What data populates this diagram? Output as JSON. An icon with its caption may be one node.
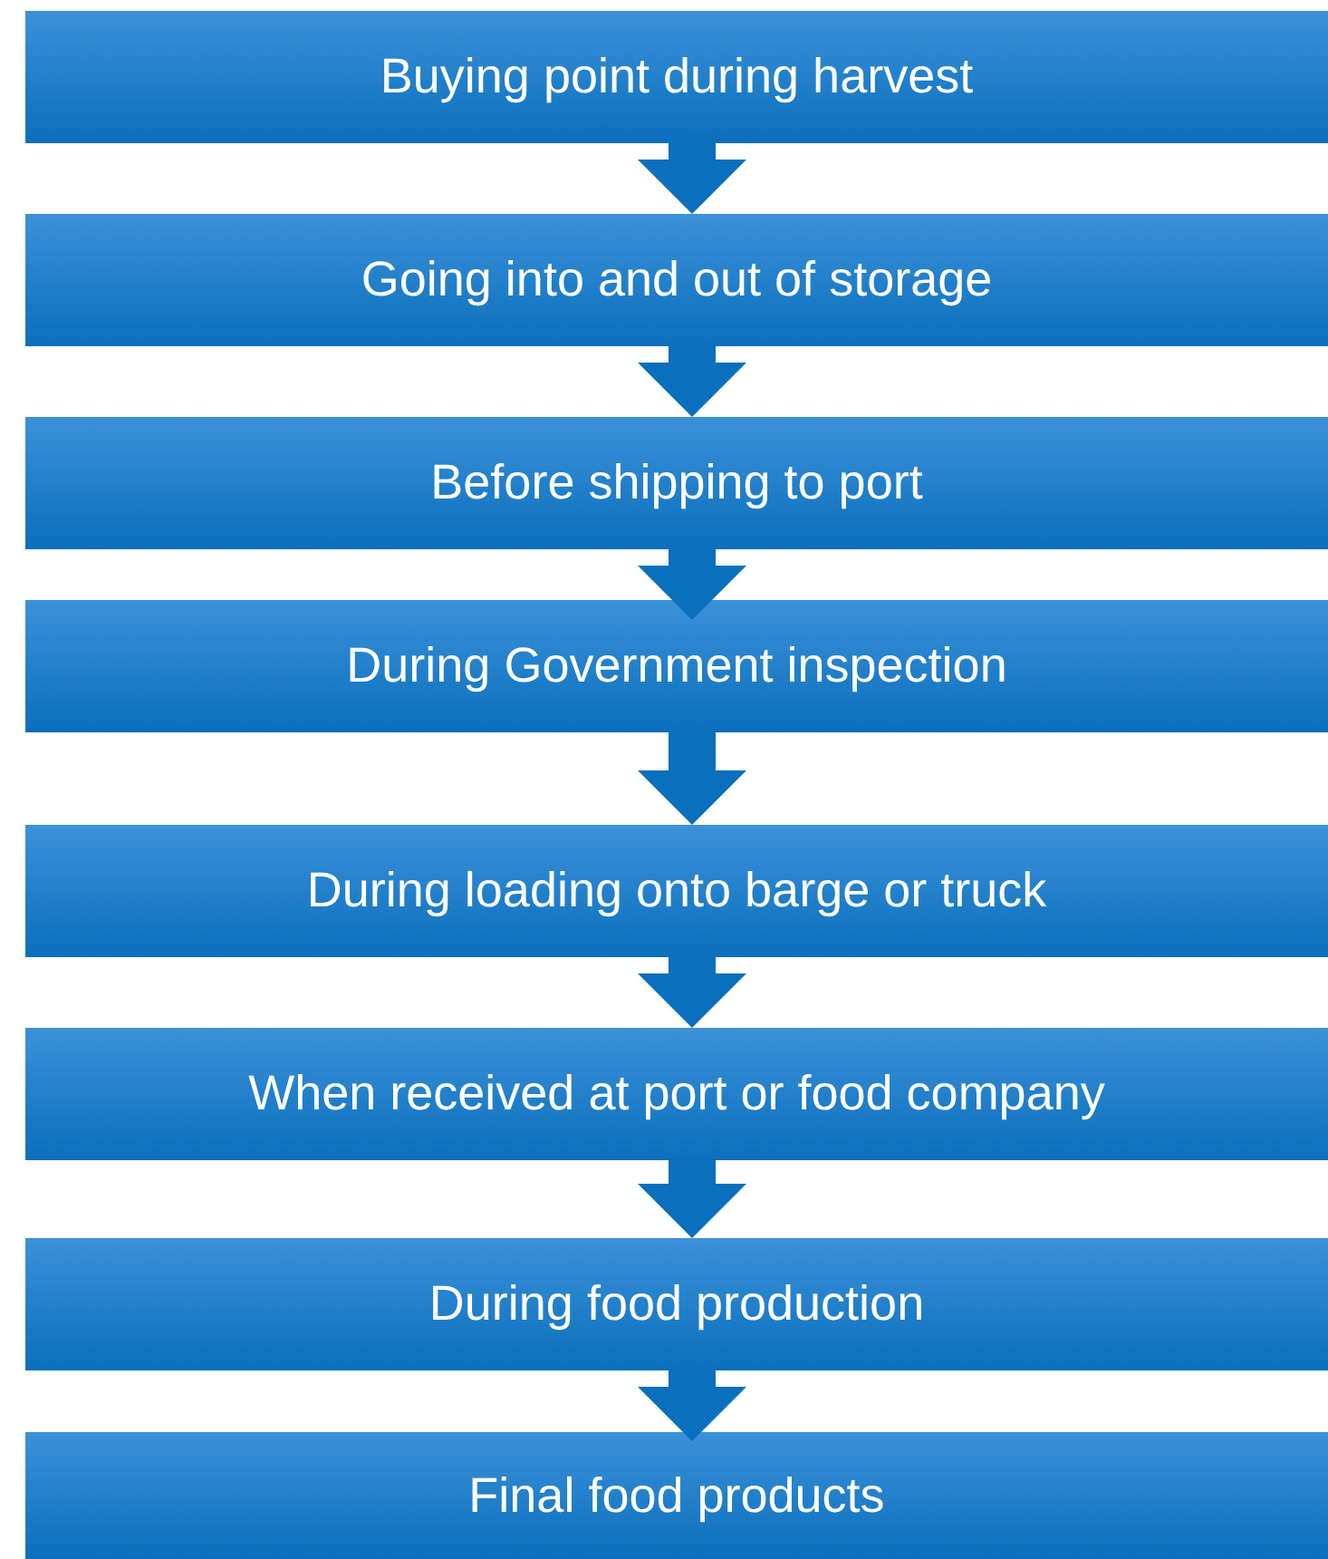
{
  "diagram": {
    "nodes": [
      {
        "text": [
          "Buying point during harvest"
        ]
      },
      {
        "text": [
          "Going into and out of storage"
        ]
      },
      {
        "text": [
          "Before shipping to port"
        ]
      },
      {
        "text": [
          "During Government inspection"
        ]
      },
      {
        "text": [
          "During loading onto barge or truck"
        ]
      },
      {
        "text": [
          "When received at port or food company"
        ]
      },
      {
        "text": [
          "During food production"
        ]
      },
      {
        "text": [
          "Final food products"
        ]
      }
    ],
    "edges": [
      {
        "from": 0,
        "to": 1,
        "arrow": "to"
      },
      {
        "from": 1,
        "to": 2,
        "arrow": "to"
      },
      {
        "from": 2,
        "to": 3,
        "arrow": "to"
      },
      {
        "from": 3,
        "to": 4,
        "arrow": "to"
      },
      {
        "from": 4,
        "to": 5,
        "arrow": "to"
      },
      {
        "from": 5,
        "to": 6,
        "arrow": "to"
      },
      {
        "from": 6,
        "to": 7,
        "arrow": "to"
      }
    ]
  }
}
